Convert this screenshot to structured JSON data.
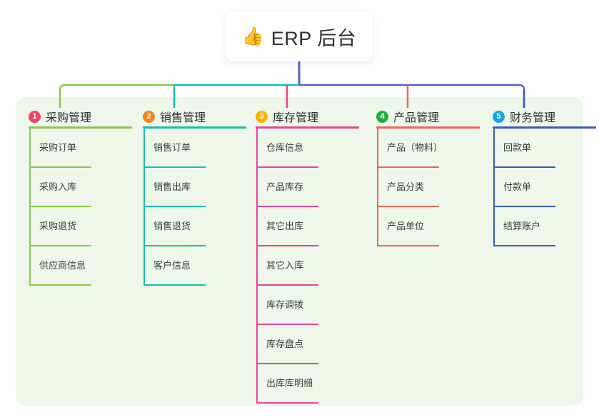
{
  "root": {
    "icon": "thumbs-up-icon",
    "emoji": "👍",
    "title": "ERP 后台"
  },
  "colors": {
    "panel_bg": "#eef7e9",
    "page_bg": "#ffffff",
    "bus_left_green": "#8cc84b",
    "bus_teal": "#13bfb0",
    "bus_indigo": "#5b5fc7",
    "col1": "#8cc84b",
    "col2": "#13bfb0",
    "col3": "#e8449a",
    "col4": "#f4625c",
    "col5": "#3b5bc0",
    "badge1": "#f0436b",
    "badge2": "#f58220",
    "badge3": "#f7b500",
    "badge4": "#1fb141",
    "badge5": "#1aa3e8",
    "text": "#2f3136"
  },
  "columns": [
    {
      "number": "1",
      "title": "采购管理",
      "badge_color": "#f0436b",
      "accent": "#8cc84b",
      "items": [
        "采购订单",
        "采购入库",
        "采购退货",
        "供应商信息"
      ]
    },
    {
      "number": "2",
      "title": "销售管理",
      "badge_color": "#f58220",
      "accent": "#13bfb0",
      "items": [
        "销售订单",
        "销售出库",
        "销售退货",
        "客户信息"
      ]
    },
    {
      "number": "3",
      "title": "库存管理",
      "badge_color": "#f7b500",
      "accent": "#e8449a",
      "items": [
        "仓库信息",
        "产品库存",
        "其它出库",
        "其它入库",
        "库存调拨",
        "库存盘点",
        "出库库明细"
      ]
    },
    {
      "number": "4",
      "title": "产品管理",
      "badge_color": "#1fb141",
      "accent": "#f4625c",
      "items": [
        "产品（物料）",
        "产品分类",
        "产品单位"
      ]
    },
    {
      "number": "5",
      "title": "财务管理",
      "badge_color": "#1aa3e8",
      "accent": "#3b5bc0",
      "items": [
        "回款单",
        "付款单",
        "结算账户"
      ]
    }
  ]
}
